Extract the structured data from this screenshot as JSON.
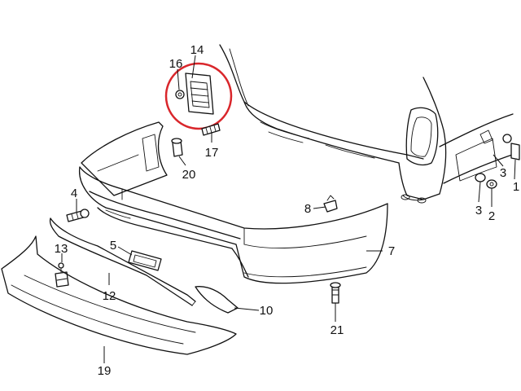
{
  "diagram": {
    "highlight_color": "#d9262b",
    "line_color": "#111111",
    "callouts": [
      {
        "id": "c14",
        "text": "14"
      },
      {
        "id": "c16",
        "text": "16"
      },
      {
        "id": "c17",
        "text": "17"
      },
      {
        "id": "c20",
        "text": "20"
      },
      {
        "id": "c4",
        "text": "4"
      },
      {
        "id": "c8",
        "text": "8"
      },
      {
        "id": "c5",
        "text": "5"
      },
      {
        "id": "c7",
        "text": "7"
      },
      {
        "id": "c13",
        "text": "13"
      },
      {
        "id": "c12",
        "text": "12"
      },
      {
        "id": "c10",
        "text": "10"
      },
      {
        "id": "c21",
        "text": "21"
      },
      {
        "id": "c19",
        "text": "19"
      },
      {
        "id": "c3a",
        "text": "3"
      },
      {
        "id": "c3b",
        "text": "3"
      },
      {
        "id": "c2",
        "text": "2"
      },
      {
        "id": "c1",
        "text": "1"
      }
    ]
  }
}
